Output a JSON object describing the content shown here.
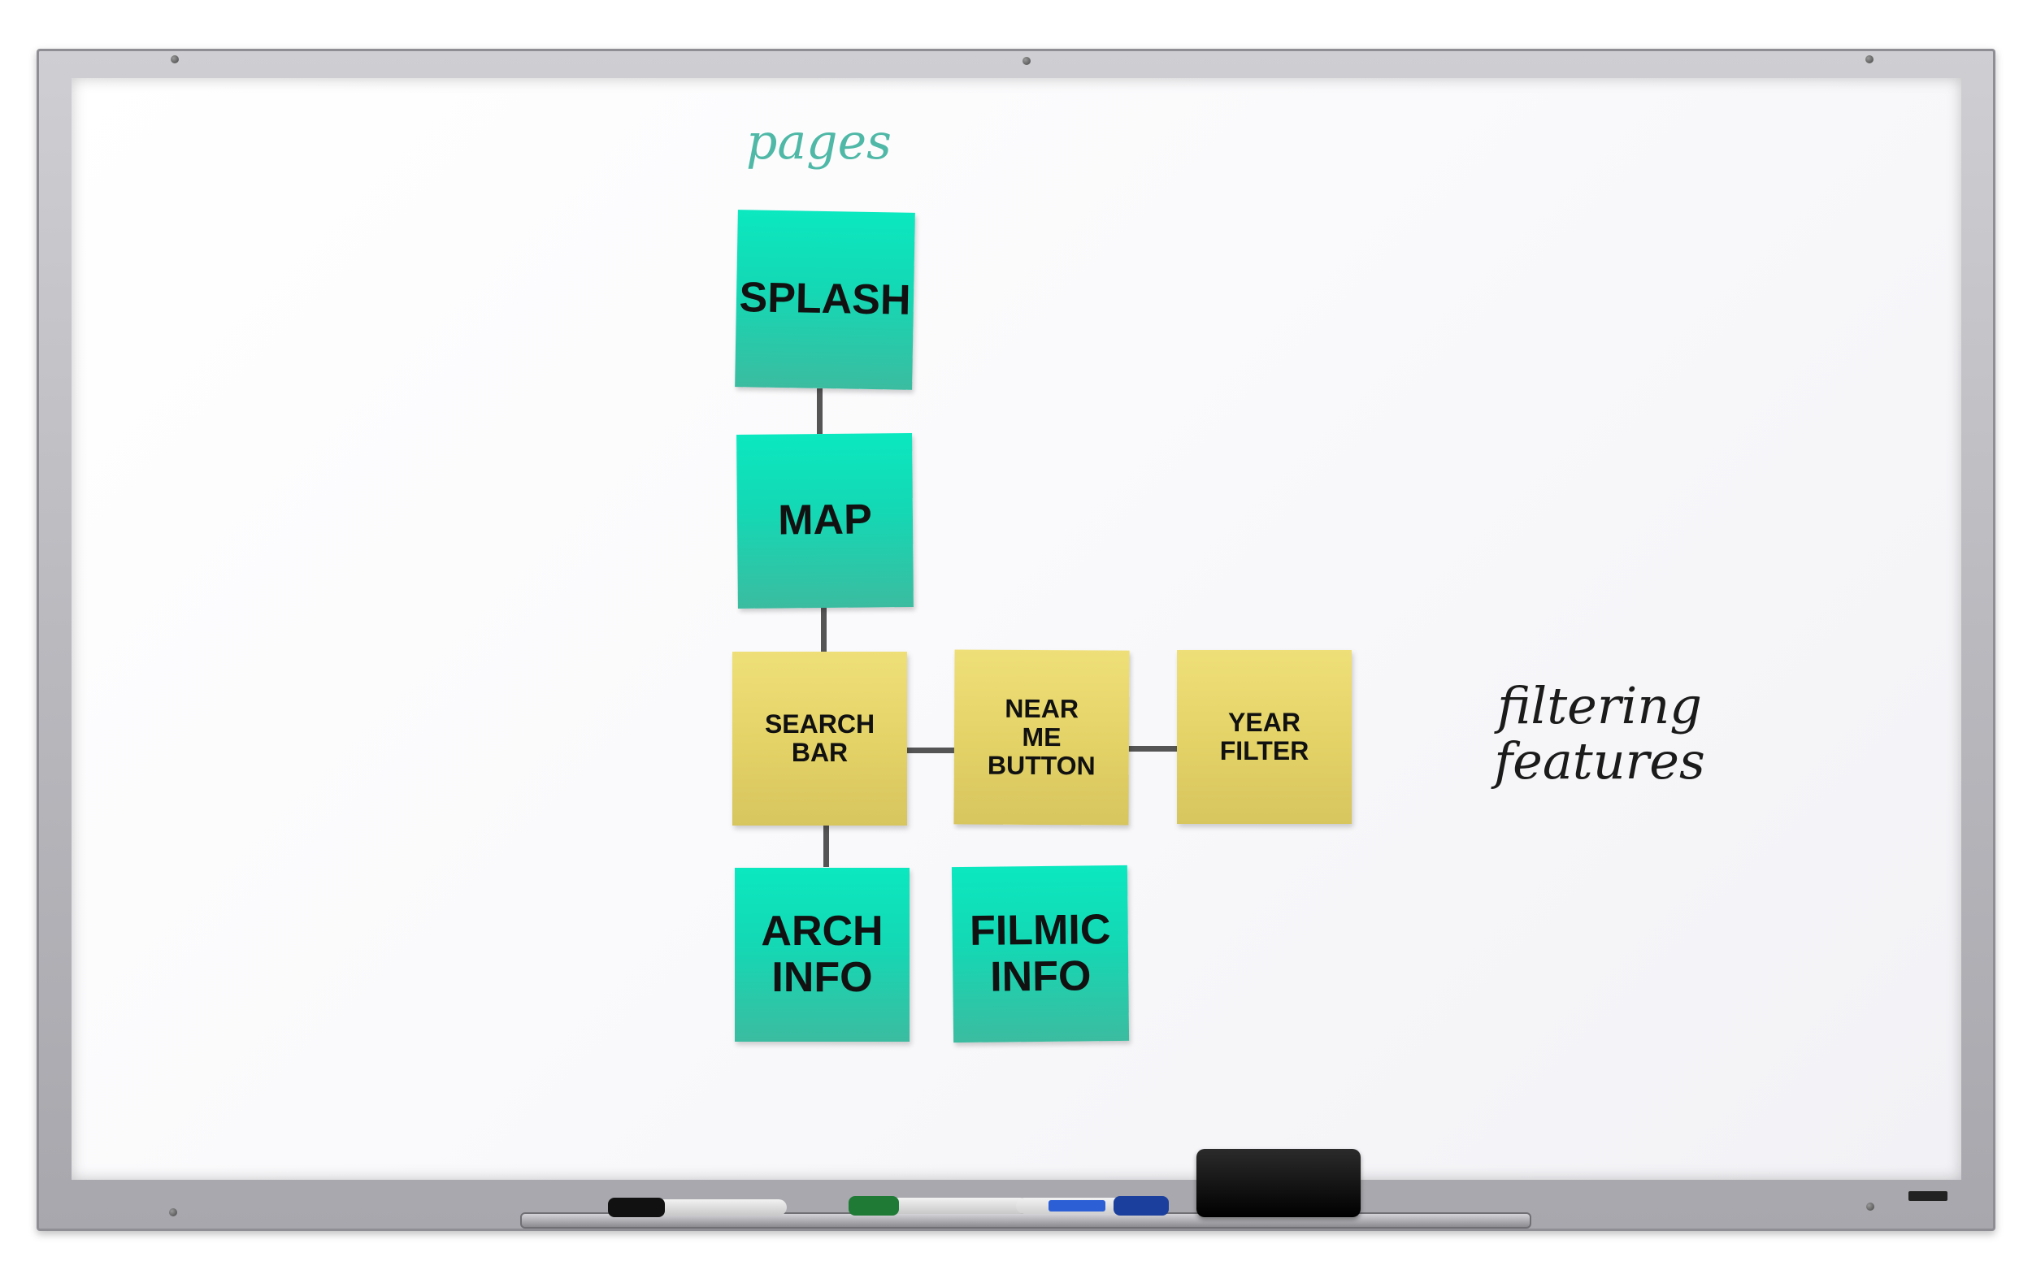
{
  "diagram": {
    "pages_label": "pages",
    "features_label": "filtering\nfeatures",
    "notes": {
      "splash": "SPLASH",
      "map": "MAP",
      "search_bar": "SEARCH\nBAR",
      "near_me": "NEAR\nME\nBUTTON",
      "year_filter": "YEAR\nFILTER",
      "arch_info": "ARCH\nINFO",
      "filmic_info": "FILMIC\nINFO"
    }
  },
  "colors": {
    "page_note": "#14d8b4",
    "feature_note": "#e3d266",
    "connector": "#555555",
    "pages_ink": "#4fb8a6",
    "features_ink": "#1b1b1b"
  },
  "icons": {
    "eraser": "eraser-icon",
    "markers": [
      "marker-black-icon",
      "marker-green-icon",
      "marker-blue-icon"
    ]
  }
}
